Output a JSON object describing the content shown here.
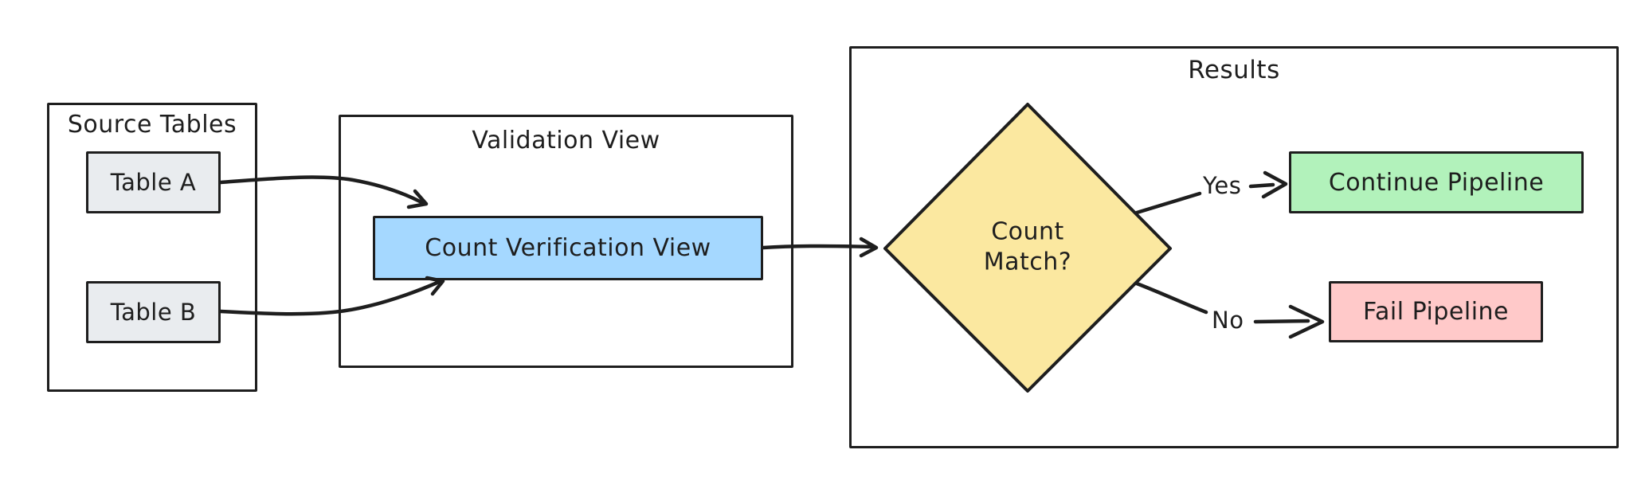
{
  "canvas": {
    "background": "#ffffff",
    "stroke_color": "#1e1e1e"
  },
  "groups": {
    "source_tables": {
      "title": "Source Tables"
    },
    "validation_view": {
      "title": "Validation View"
    },
    "results": {
      "title": "Results"
    }
  },
  "nodes": {
    "table_a": {
      "label": "Table A",
      "fill": "#e9ecef"
    },
    "table_b": {
      "label": "Table B",
      "fill": "#e9ecef"
    },
    "count_verification": {
      "label": "Count Verification View",
      "fill": "#a5d8ff"
    },
    "count_match": {
      "label": "Count Match?",
      "fill": "#fbe8a0"
    },
    "continue_pipeline": {
      "label": "Continue Pipeline",
      "fill": "#b2f2bb"
    },
    "fail_pipeline": {
      "label": "Fail Pipeline",
      "fill": "#ffc9c9"
    }
  },
  "edges": {
    "yes_label": "Yes",
    "no_label": "No"
  }
}
